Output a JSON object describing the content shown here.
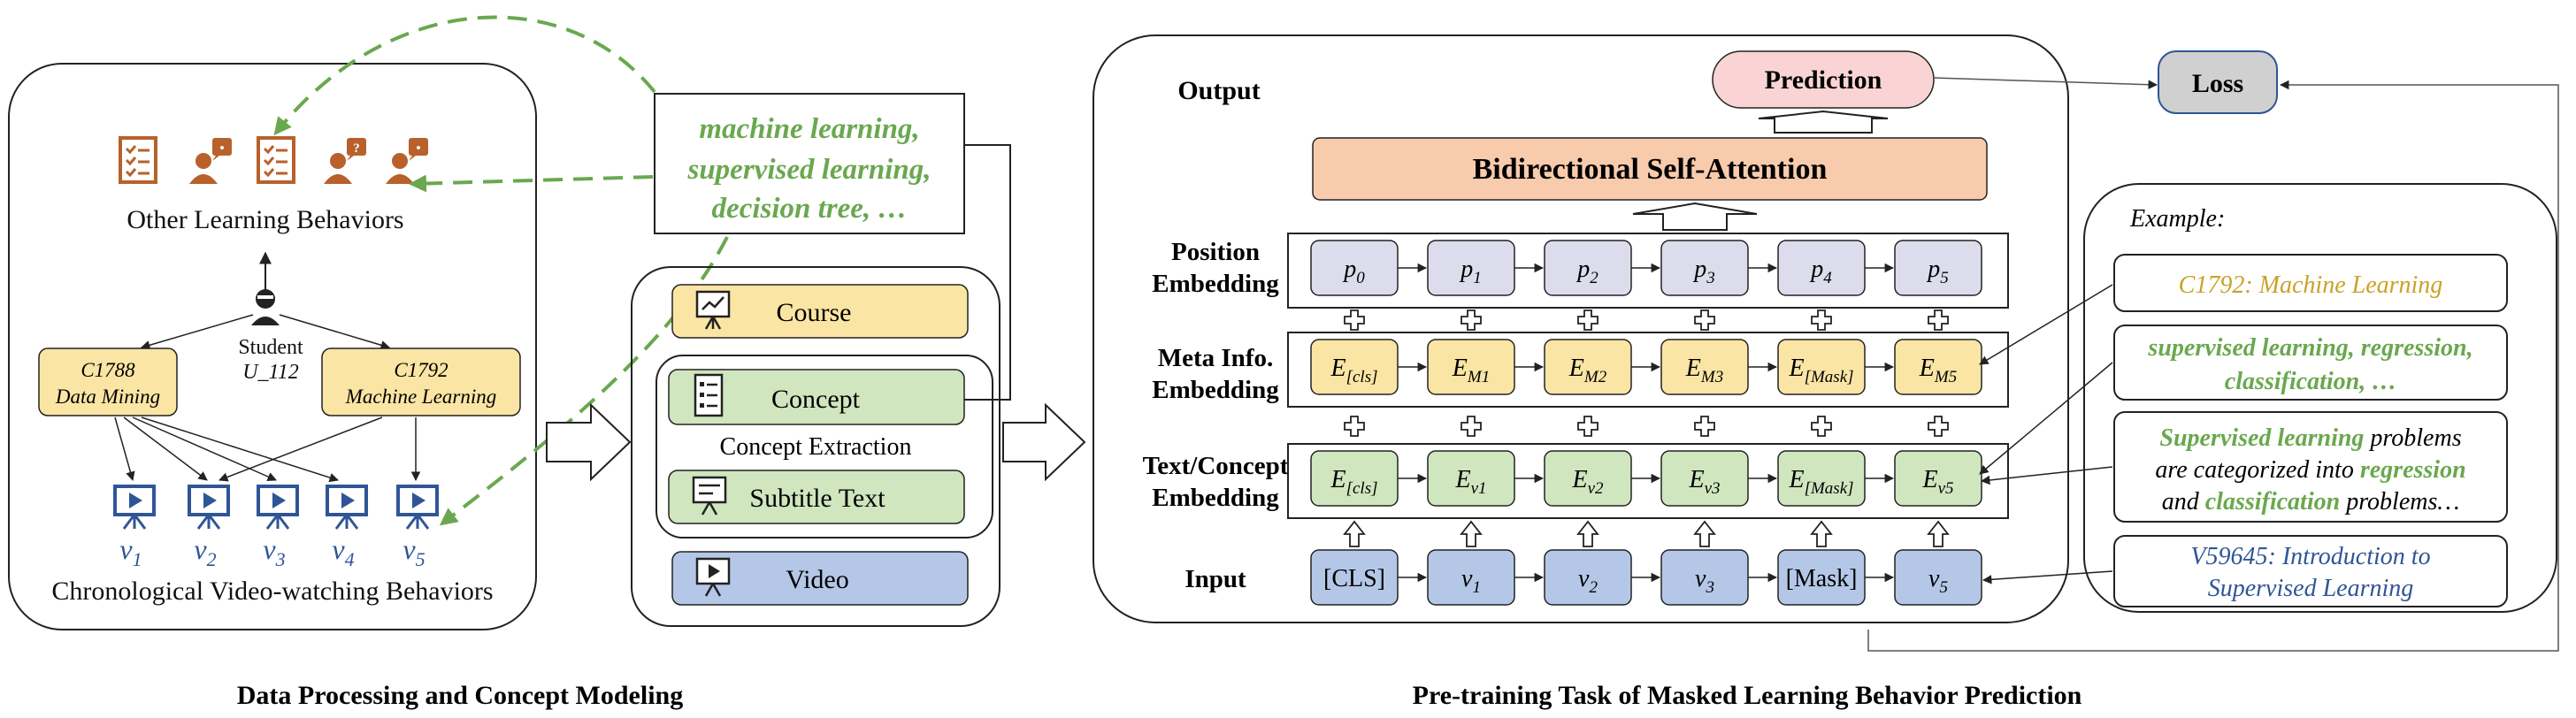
{
  "colors": {
    "green_text": "#6aa84f",
    "gold_text": "#c9a227",
    "blue_text": "#2f5597",
    "brown_icon": "#b8612b",
    "yellow_fill": "#fbe5a4",
    "green_fill": "#cfe6bf",
    "blue_fill": "#b4c7e7",
    "lavender_fill": "#dcdcec",
    "salmon_fill": "#f8cbad",
    "pink_fill": "#fad4d4",
    "gray_fill": "#d0d0d0"
  },
  "left_panel": {
    "other_behaviors_label": "Other Learning Behaviors",
    "student_label_line1": "Student",
    "student_label_line2": "U_112",
    "course_c1788": {
      "code": "C1788",
      "name": "Data Mining"
    },
    "course_c1792": {
      "code": "C1792",
      "name": "Machine Learning"
    },
    "videos": [
      {
        "base": "v",
        "sub": "1"
      },
      {
        "base": "v",
        "sub": "2"
      },
      {
        "base": "v",
        "sub": "3"
      },
      {
        "base": "v",
        "sub": "4"
      },
      {
        "base": "v",
        "sub": "5"
      }
    ],
    "chrono_label": "Chronological Video-watching Behaviors"
  },
  "concept_box": {
    "lines": [
      "machine learning,",
      "supervised learning,",
      "decision tree, …"
    ]
  },
  "middle_panel": {
    "course_label": "Course",
    "concept_label": "Concept",
    "concept_extraction_label": "Concept Extraction",
    "subtitle_label": "Subtitle Text",
    "video_label": "Video"
  },
  "right_panel": {
    "output_label": "Output",
    "prediction_label": "Prediction",
    "loss_label": "Loss",
    "attention_label": "Bidirectional Self-Attention",
    "row_labels": {
      "position": [
        "Position",
        "Embedding"
      ],
      "meta": [
        "Meta Info.",
        "Embedding"
      ],
      "text": [
        "Text/Concept",
        "Embedding"
      ],
      "input": [
        "Input"
      ]
    },
    "position_tokens": [
      {
        "base": "p",
        "sub": "0"
      },
      {
        "base": "p",
        "sub": "1"
      },
      {
        "base": "p",
        "sub": "2"
      },
      {
        "base": "p",
        "sub": "3"
      },
      {
        "base": "p",
        "sub": "4"
      },
      {
        "base": "p",
        "sub": "5"
      }
    ],
    "meta_tokens": [
      {
        "base": "E",
        "sub": "[cls]"
      },
      {
        "base": "E",
        "sub": "M1"
      },
      {
        "base": "E",
        "sub": "M2"
      },
      {
        "base": "E",
        "sub": "M3"
      },
      {
        "base": "E",
        "sub": "[Mask]"
      },
      {
        "base": "E",
        "sub": "M5"
      }
    ],
    "text_tokens": [
      {
        "base": "E",
        "sub": "[cls]"
      },
      {
        "base": "E",
        "sub": "v1"
      },
      {
        "base": "E",
        "sub": "v2"
      },
      {
        "base": "E",
        "sub": "v3"
      },
      {
        "base": "E",
        "sub": "[Mask]"
      },
      {
        "base": "E",
        "sub": "v5"
      }
    ],
    "input_tokens": [
      {
        "base": "[CLS]",
        "sub": ""
      },
      {
        "base": "v",
        "sub": "1"
      },
      {
        "base": "v",
        "sub": "2"
      },
      {
        "base": "v",
        "sub": "3"
      },
      {
        "base": "[Mask]",
        "sub": ""
      },
      {
        "base": "v",
        "sub": "5"
      }
    ]
  },
  "example_panel": {
    "title": "Example:",
    "course": "C1792: Machine Learning",
    "concepts_line1": "supervised learning, regression,",
    "concepts_line2": "classification, …",
    "subtitle_line1_bold": "Supervised learning",
    "subtitle_line1_rest": " problems",
    "subtitle_line2_a": "are categorized into ",
    "subtitle_line2_bold": "regression",
    "subtitle_line3_a": "and ",
    "subtitle_line3_bold": "classification",
    "subtitle_line3_rest": " problems…",
    "video_line1": "V59645: Introduction to",
    "video_line2": "Supervised Learning"
  },
  "captions": {
    "left": "Data Processing and Concept Modeling",
    "right": "Pre-training Task of Masked Learning Behavior Prediction"
  }
}
